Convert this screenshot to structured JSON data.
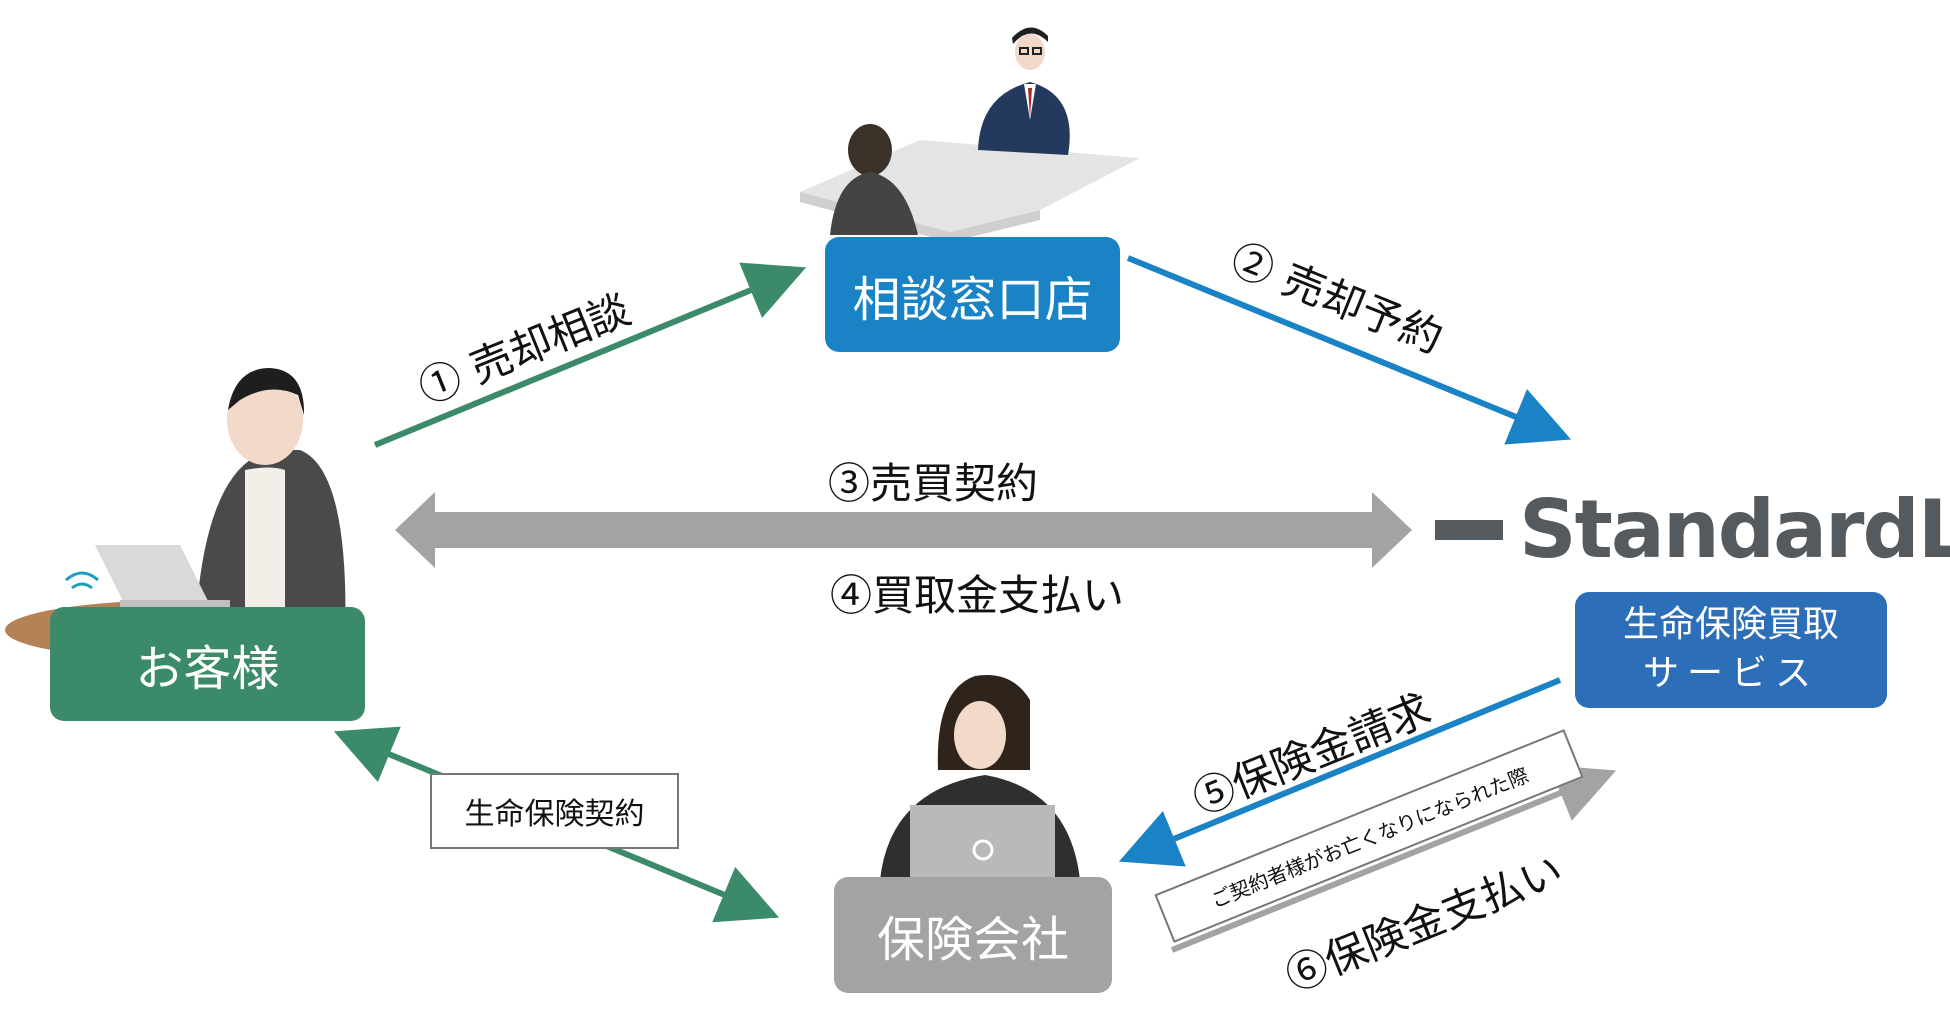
{
  "nodes": {
    "customer": "お客様",
    "consult_shop": "相談窓口店",
    "insurer": "保険会社",
    "service_line1": "生命保険買取",
    "service_line2": "サービス"
  },
  "logo": {
    "text": "StandardLS"
  },
  "flows": {
    "step1": "① 売却相談",
    "step2": "② 売却予約",
    "step3": "③売買契約",
    "step4": "④買取金支払い",
    "step5": "⑤保険金請求",
    "step6": "⑥保険金支払い"
  },
  "notes": {
    "contract": "生命保険契約",
    "condition": "ご契約者様がお亡くなりになられた際"
  },
  "colors": {
    "green": "#3b8a69",
    "blue": "#1a83c6",
    "gray_arrow": "#a3a3a3",
    "customer_box": "#3b8a69",
    "shop_box": "#1a83c6",
    "service_box": "#2c6fb8",
    "insurer_box": "#a3a3a3"
  }
}
